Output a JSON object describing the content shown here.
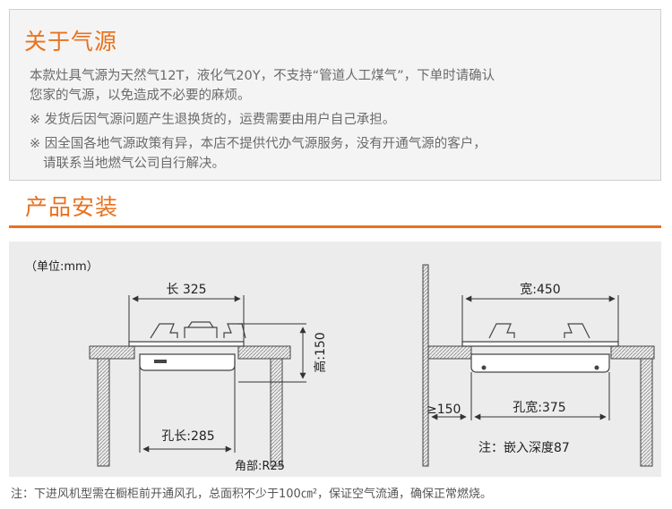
{
  "gas_section": {
    "title": "关于气源",
    "line1": "本款灶具气源为天然气12T，液化气20Y，不支持“管道人工煤气”，下单时请确认",
    "line2": "您家的气源，以免造成不必要的麻烦。",
    "line3": "※ 发货后因气源问题产生退换货的，运费需要由用户自己承担。",
    "line4": "※ 因全国各地气源政策有异，本店不提供代办气源服务，没有开通气源的客户，",
    "line5": "请联系当地燃气公司自行解决。"
  },
  "install_section": {
    "title": "产品安装",
    "accent_color": "#e8721f"
  },
  "diagram": {
    "unit_label": "（单位:mm）",
    "left_view": {
      "length_label": "长 325",
      "height_label": "高:150",
      "hole_length_label": "孔长:285",
      "corner_label": "角部:R25"
    },
    "right_view": {
      "width_label": "宽:450",
      "clearance_label": "≥150",
      "hole_width_label": "孔宽:375",
      "depth_note": "注：嵌入深度87"
    }
  },
  "footnote": "注：下进风机型需在橱柜前开通风孔，总面积不少于100㎝²，保证空气流通，确保正常燃烧。"
}
